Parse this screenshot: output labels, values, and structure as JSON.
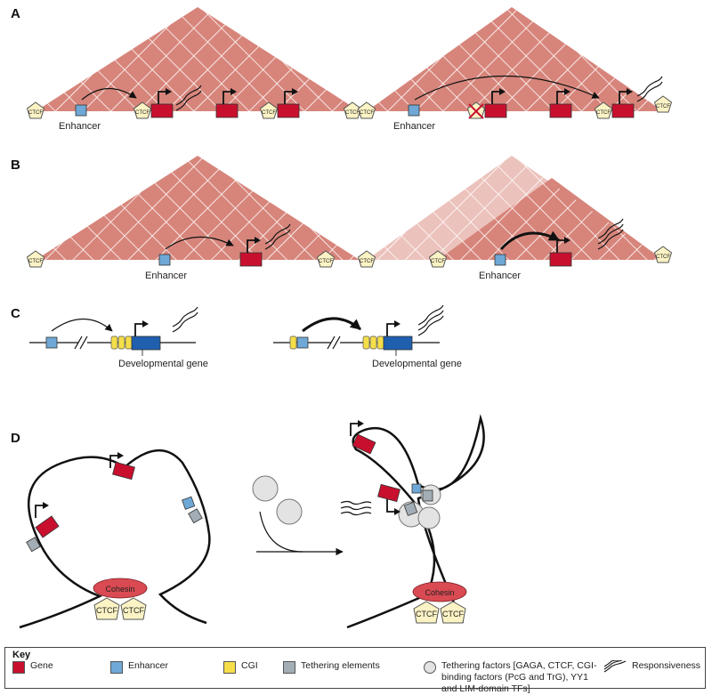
{
  "panels": {
    "a": "A",
    "b": "B",
    "c": "C",
    "d": "D"
  },
  "labels": {
    "ctcf": "CTCF",
    "enhancer": "Enhancer",
    "developmental_gene": "Developmental gene",
    "cohesin": "Cohesin"
  },
  "key": {
    "title": "Key",
    "items": [
      {
        "label": "Gene",
        "color": "#c8102e"
      },
      {
        "label": "Enhancer",
        "color": "#6fa8d6"
      },
      {
        "label": "CGI",
        "color": "#f5de4a"
      },
      {
        "label": "Tethering elements",
        "color": "#a2adb5"
      },
      {
        "label": "Tethering factors [GAGA, CTCF, CGI-binding factors (PcG and TrG), YY1 and LIM-domain TFs]",
        "color": "#e3e3e3"
      },
      {
        "label": "Responsiveness",
        "icon": "responsiveness-icon"
      }
    ]
  },
  "colors": {
    "tad": "#d7857b",
    "tad_light": "#ecc2bc",
    "gene": "#c8102e",
    "enhancer": "#6fa8d6",
    "cgi": "#f5de4a",
    "dev_gene": "#1f5fae",
    "tether_element": "#a2adb5",
    "tether_factor": "#e3e3e3",
    "ctcf": "#fbf3c4",
    "cohesin": "#d94a52"
  }
}
